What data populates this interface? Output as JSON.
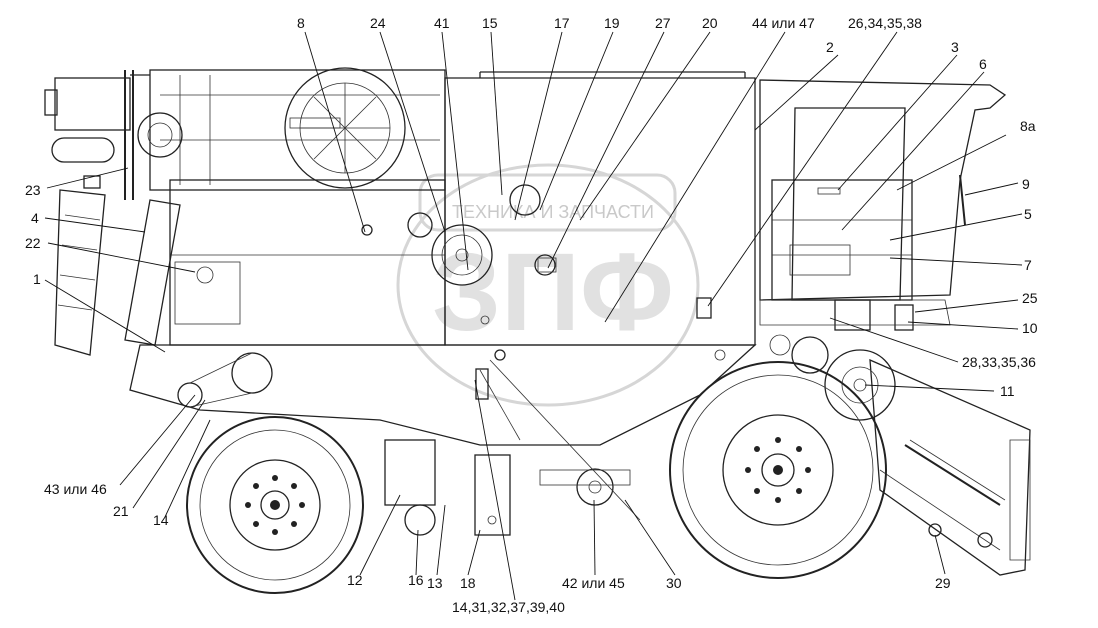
{
  "watermark": {
    "main": "ЗПФ",
    "sub": "ТЕХНИКА И ЗАПЧАСТИ"
  },
  "callouts": [
    {
      "id": "c8",
      "text": "8"
    },
    {
      "id": "c24",
      "text": "24"
    },
    {
      "id": "c41",
      "text": "41"
    },
    {
      "id": "c15",
      "text": "15"
    },
    {
      "id": "c17",
      "text": "17"
    },
    {
      "id": "c19",
      "text": "19"
    },
    {
      "id": "c27",
      "text": "27"
    },
    {
      "id": "c20",
      "text": "20"
    },
    {
      "id": "c44_47",
      "text": "44 или 47"
    },
    {
      "id": "c26",
      "text": "26,34,35,38"
    },
    {
      "id": "c2",
      "text": "2"
    },
    {
      "id": "c3",
      "text": "3"
    },
    {
      "id": "c6",
      "text": "6"
    },
    {
      "id": "c8a",
      "text": "8а"
    },
    {
      "id": "c9",
      "text": "9"
    },
    {
      "id": "c5",
      "text": "5"
    },
    {
      "id": "c7",
      "text": "7"
    },
    {
      "id": "c25",
      "text": "25"
    },
    {
      "id": "c10",
      "text": "10"
    },
    {
      "id": "c28",
      "text": "28,33,35,36"
    },
    {
      "id": "c11",
      "text": "11"
    },
    {
      "id": "c23",
      "text": "23"
    },
    {
      "id": "c4",
      "text": "4"
    },
    {
      "id": "c22",
      "text": "22"
    },
    {
      "id": "c1",
      "text": "1"
    },
    {
      "id": "c43_46",
      "text": "43 или 46"
    },
    {
      "id": "c21",
      "text": "21"
    },
    {
      "id": "c14a",
      "text": "14"
    },
    {
      "id": "c12",
      "text": "12"
    },
    {
      "id": "c16",
      "text": "16"
    },
    {
      "id": "c13",
      "text": "13"
    },
    {
      "id": "c18",
      "text": "18"
    },
    {
      "id": "c14b",
      "text": "14,31,32,37,39,40"
    },
    {
      "id": "c42_45",
      "text": "42 или 45"
    },
    {
      "id": "c30",
      "text": "30"
    },
    {
      "id": "c29",
      "text": "29"
    }
  ]
}
